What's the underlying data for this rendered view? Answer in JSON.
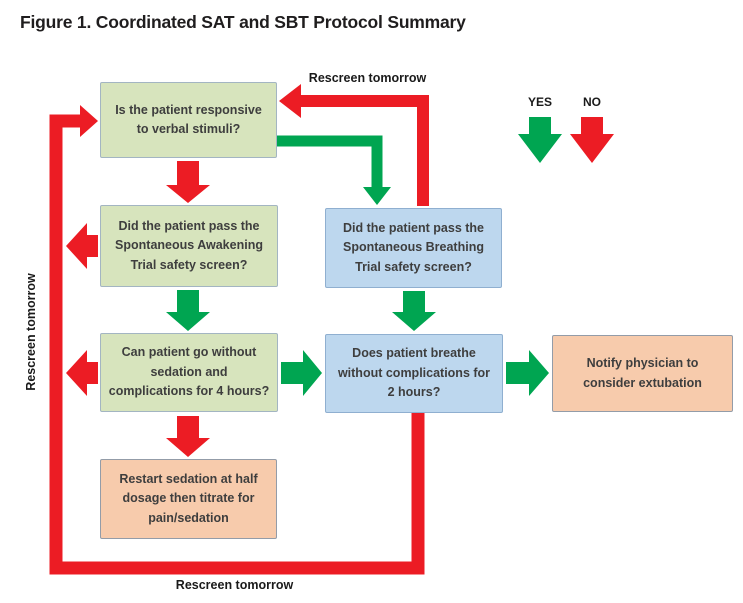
{
  "title": "Figure 1. Coordinated SAT and SBT Protocol Summary",
  "legend": {
    "yes_label": "YES",
    "no_label": "NO"
  },
  "labels": {
    "rescreen_top": "Rescreen tomorrow",
    "rescreen_bottom": "Rescreen tomorrow",
    "rescreen_left": "Rescreen tomorrow"
  },
  "flowchart": {
    "boxes": {
      "responsive": {
        "text": "Is the patient responsive to verbal stimuli?",
        "color": "green"
      },
      "sat_screen": {
        "text": "Did the patient pass the Spontaneous Awakening Trial safety screen?",
        "color": "green"
      },
      "sbt_screen": {
        "text": "Did the patient pass the Spontaneous Breathing Trial safety screen?",
        "color": "blue"
      },
      "sedation_4h": {
        "text": "Can patient go without sedation and complications for 4 hours?",
        "color": "green"
      },
      "breathe_2h": {
        "text": "Does patient breathe without complications for 2 hours?",
        "color": "blue"
      },
      "notify": {
        "text": "Notify physician to consider extubation",
        "color": "orange"
      },
      "restart": {
        "text": "Restart sedation at half dosage then titrate for pain/sedation",
        "color": "orange"
      }
    },
    "edges": [
      {
        "from": "responsive",
        "to": "sat_screen",
        "meaning": "NO",
        "color": "red"
      },
      {
        "from": "responsive",
        "to": "sbt_screen",
        "meaning": "YES",
        "color": "green"
      },
      {
        "from": "sat_screen",
        "to": "rescreen_loop",
        "meaning": "NO",
        "color": "red"
      },
      {
        "from": "sat_screen",
        "to": "sedation_4h",
        "meaning": "YES",
        "color": "green"
      },
      {
        "from": "sbt_screen",
        "to": "responsive",
        "meaning": "NO (Rescreen tomorrow)",
        "color": "red"
      },
      {
        "from": "sbt_screen",
        "to": "breathe_2h",
        "meaning": "YES",
        "color": "green"
      },
      {
        "from": "sedation_4h",
        "to": "rescreen_loop",
        "meaning": "NO",
        "color": "red"
      },
      {
        "from": "sedation_4h",
        "to": "restart",
        "meaning": "NO",
        "color": "red"
      },
      {
        "from": "sedation_4h",
        "to": "breathe_2h",
        "meaning": "YES",
        "color": "green"
      },
      {
        "from": "breathe_2h",
        "to": "notify",
        "meaning": "YES",
        "color": "green"
      },
      {
        "from": "breathe_2h",
        "to": "rescreen_loop",
        "meaning": "NO (Rescreen tomorrow)",
        "color": "red"
      },
      {
        "from": "rescreen_loop",
        "to": "responsive",
        "meaning": "Rescreen tomorrow",
        "color": "red"
      }
    ]
  },
  "colors": {
    "red": "#EC1C24",
    "green": "#00A551",
    "green-box-fill": "#D7E4BD",
    "green-box-border": "#A3B5C2",
    "blue-box-fill": "#BDD7EE",
    "blue-box-border": "#8FAFD0",
    "orange-box-fill": "#F7CBAC",
    "orange-box-border": "#939CA8",
    "text-dark": "#3E3E3E",
    "title-color": "#1F1D1E"
  }
}
